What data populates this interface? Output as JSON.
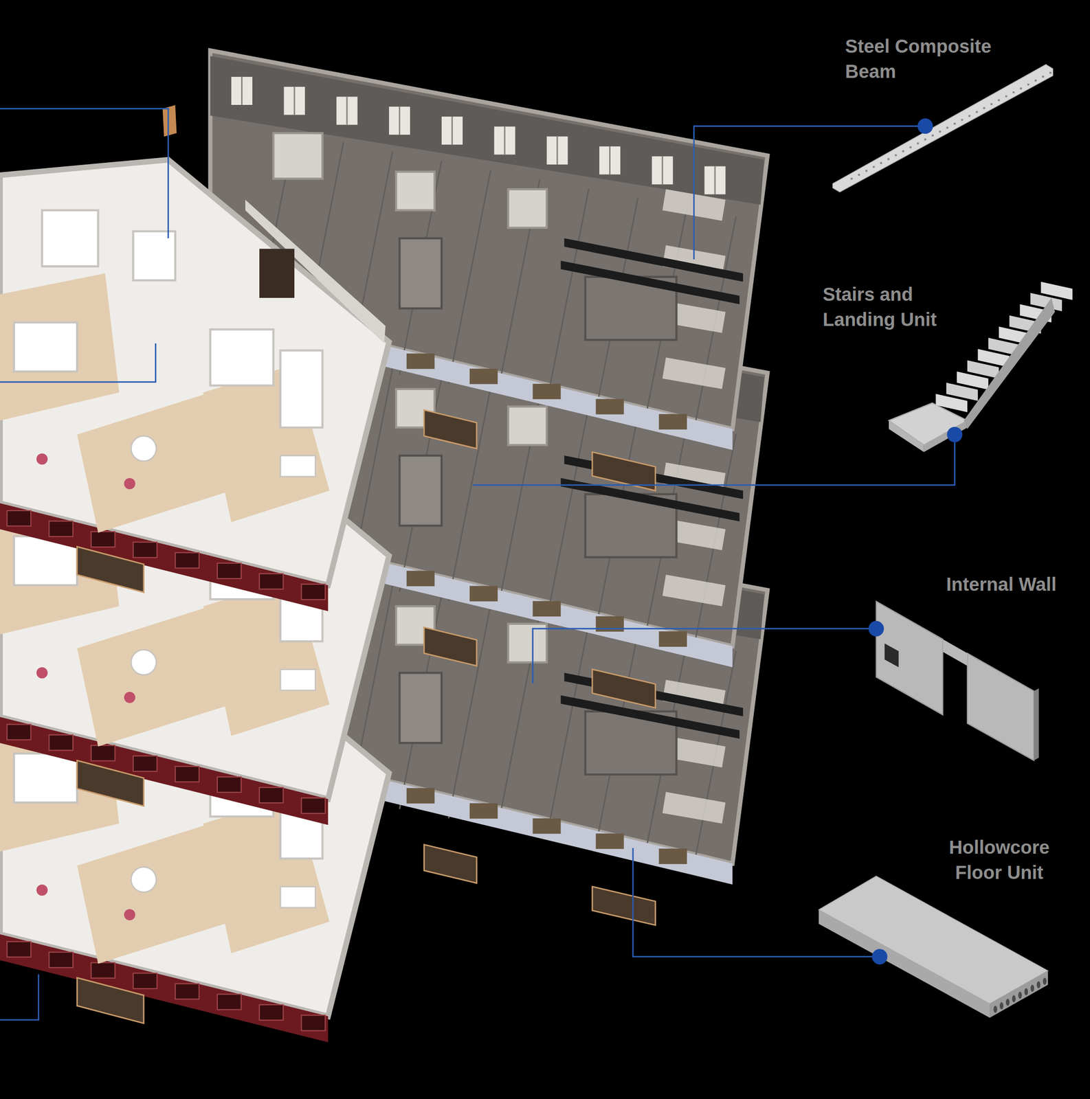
{
  "diagram": {
    "labels": [
      "Steel Composite Beam",
      "Stairs and Landing Unit",
      "Internal Wall",
      "Hollowcore Floor Unit"
    ]
  }
}
